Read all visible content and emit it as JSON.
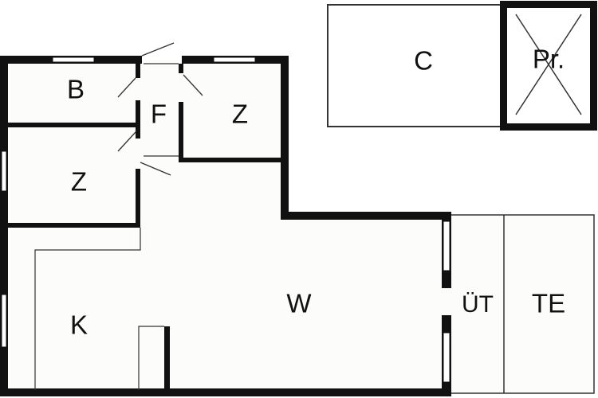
{
  "rooms": {
    "bathroom": "B",
    "hall": "F",
    "bedroom_upper": "Z",
    "bedroom_left": "Z",
    "living": "W",
    "kitchen": "K",
    "carport": "C",
    "storage": "Pr.",
    "passage": "ÜT",
    "terrace": "TE"
  },
  "colors": {
    "wall": "#111111",
    "line": "#333333",
    "floor": "#fcfcfa",
    "background": "#ffffff"
  }
}
